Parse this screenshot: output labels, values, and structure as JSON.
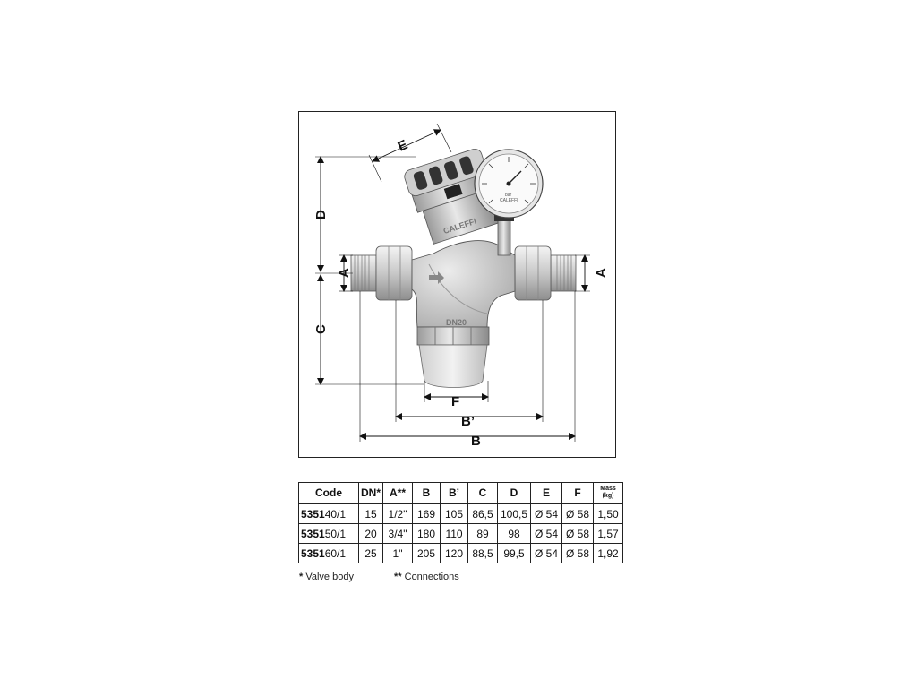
{
  "drawing": {
    "dimensions": {
      "E": "E",
      "D": "D",
      "A_left": "A",
      "A_right": "A",
      "C": "C",
      "F": "F",
      "B_prime": "B’",
      "B": "B"
    },
    "brand": "CALEFFI",
    "body_marking": "DN20",
    "gauge_brand": "CALEFFI",
    "gauge_unit": "bar"
  },
  "table": {
    "headers": [
      "Code",
      "DN*",
      "A**",
      "B",
      "B’",
      "C",
      "D",
      "E",
      "F"
    ],
    "mass_header": [
      "Mass",
      "(kg)"
    ],
    "rows": [
      {
        "code_prefix": "5351",
        "code_suffix": "40/1",
        "dn": "15",
        "a": "1/2\"",
        "b": "169",
        "b_prime": "105",
        "c": "86,5",
        "d": "100,5",
        "e": "Ø 54",
        "f": "Ø 58",
        "mass": "1,50"
      },
      {
        "code_prefix": "5351",
        "code_suffix": "50/1",
        "dn": "20",
        "a": "3/4\"",
        "b": "180",
        "b_prime": "110",
        "c": "89",
        "d": "98",
        "e": "Ø 54",
        "f": "Ø 58",
        "mass": "1,57"
      },
      {
        "code_prefix": "5351",
        "code_suffix": "60/1",
        "dn": "25",
        "a": "1\"",
        "b": "205",
        "b_prime": "120",
        "c": "88,5",
        "d": "99,5",
        "e": "Ø 54",
        "f": "Ø 58",
        "mass": "1,92"
      }
    ]
  },
  "footnotes": {
    "valve_mark": "*",
    "valve_text": " Valve body",
    "conn_mark": "**",
    "conn_text": " Connections"
  }
}
